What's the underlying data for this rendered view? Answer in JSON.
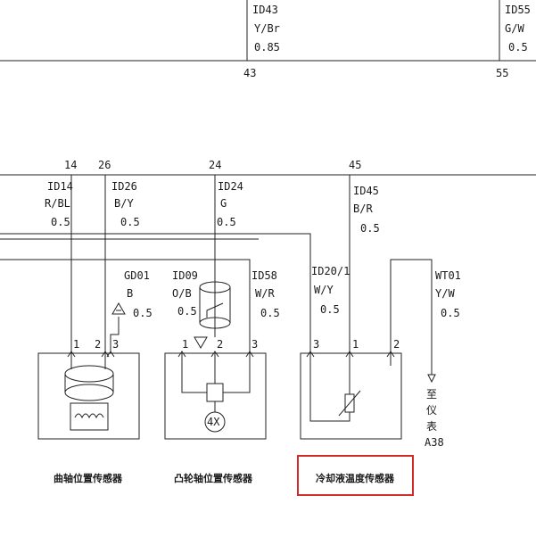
{
  "top_wires": [
    {
      "id": "ID43",
      "color": "Y/Br",
      "gauge": "0.85",
      "pin": "43"
    },
    {
      "id": "ID55",
      "color": "G/W",
      "gauge": "0.5",
      "pin": "55"
    }
  ],
  "ecu_pins": [
    "14",
    "26",
    "24",
    "45"
  ],
  "wires": {
    "id14": {
      "id": "ID14",
      "color": "R/BL",
      "gauge": "0.5"
    },
    "id26": {
      "id": "ID26",
      "color": "B/Y",
      "gauge": "0.5"
    },
    "id24": {
      "id": "ID24",
      "color": "G",
      "gauge": "0.5"
    },
    "id45": {
      "id": "ID45",
      "color": "B/R",
      "gauge": "0.5"
    },
    "gd01": {
      "id": "GD01",
      "color": "B",
      "gauge": "0.5"
    },
    "id09": {
      "id": "ID09",
      "color": "O/B",
      "gauge": "0.5"
    },
    "id58": {
      "id": "ID58",
      "color": "W/R",
      "gauge": "0.5"
    },
    "id20": {
      "id": "ID20/1",
      "color": "W/Y",
      "gauge": "0.5"
    },
    "wt01": {
      "id": "WT01",
      "color": "Y/W",
      "gauge": "0.5"
    }
  },
  "connector_pins": {
    "crank": [
      "1",
      "2",
      "3"
    ],
    "cam": [
      "1",
      "2",
      "3"
    ],
    "coolant": [
      "3",
      "1",
      "2"
    ]
  },
  "instrument_ref": {
    "chars": [
      "至",
      "仪",
      "表"
    ],
    "code": "A38"
  },
  "component_labels": {
    "crank": "曲轴位置传感器",
    "cam": "凸轮轴位置传感器",
    "coolant": "冷却液温度传感器"
  },
  "cam_sensor_mark": "4X",
  "colors": {
    "line": "#222222",
    "highlight": "#d12b2b"
  }
}
